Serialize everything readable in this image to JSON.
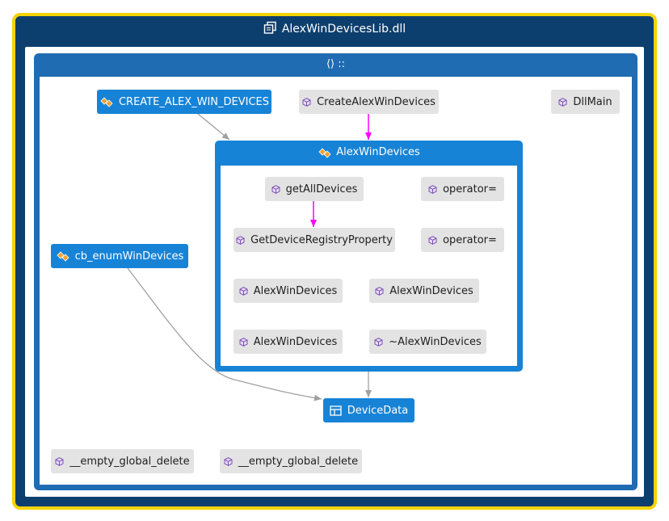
{
  "assembly": {
    "title": "AlexWinDevicesLib.dll"
  },
  "namespace": {
    "title": "::",
    "icon": "namespace-braces-icon"
  },
  "class_container": {
    "title": "AlexWinDevices"
  },
  "nodes": {
    "create_macro": "CREATE_ALEX_WIN_DEVICES",
    "create_func": "CreateAlexWinDevices",
    "dllmain": "DllMain",
    "cb_enum": "cb_enumWinDevices",
    "get_all_devices": "getAllDevices",
    "operator_eq_1": "operator=",
    "get_device_registry_property": "GetDeviceRegistryProperty",
    "operator_eq_2": "operator=",
    "ctor_1": "AlexWinDevices",
    "ctor_2": "AlexWinDevices",
    "ctor_3": "AlexWinDevices",
    "dtor": "~AlexWinDevices",
    "device_data": "DeviceData",
    "empty_global_delete_1": "__empty_global_delete",
    "empty_global_delete_2": "__empty_global_delete"
  },
  "colors": {
    "assembly_border": "#f5d300",
    "assembly_fill": "#0d3f6e",
    "namespace_fill": "#1f6cb3",
    "class_fill": "#1783d6",
    "gray_node": "#e3e3e3",
    "call_edge": "#ff00ff",
    "dependency_edge": "#a0a0a0"
  }
}
